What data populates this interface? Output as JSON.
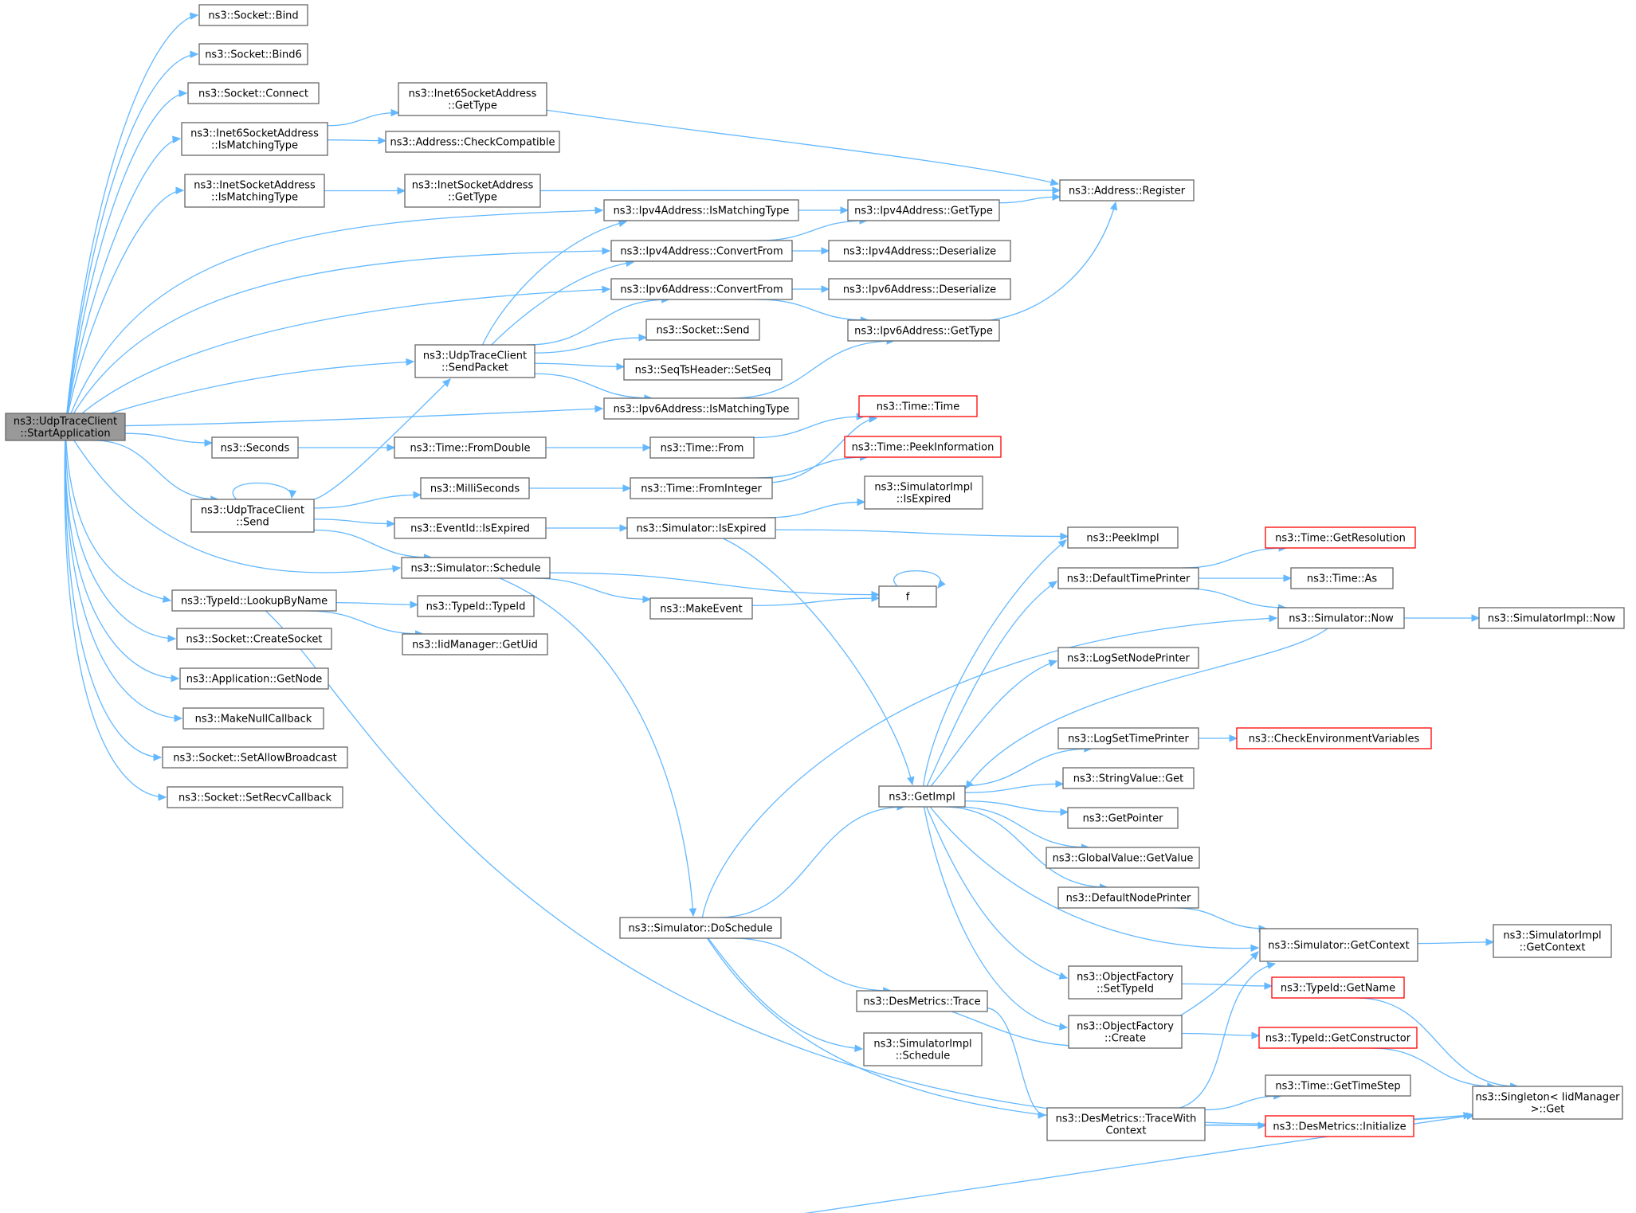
{
  "colors": {
    "edge": "#63b8ff",
    "node_border": "#666666",
    "node_border_truncated": "#ff0000",
    "root_fill": "#999999",
    "node_fill": "#ffffff"
  },
  "nodes": {
    "root": {
      "lines": [
        "ns3::UdpTraceClient",
        "::StartApplication"
      ]
    },
    "bind": {
      "lines": [
        "ns3::Socket::Bind"
      ]
    },
    "bind6": {
      "lines": [
        "ns3::Socket::Bind6"
      ]
    },
    "connect": {
      "lines": [
        "ns3::Socket::Connect"
      ]
    },
    "i6match": {
      "lines": [
        "ns3::Inet6SocketAddress",
        "::IsMatchingType"
      ]
    },
    "imatch": {
      "lines": [
        "ns3::InetSocketAddress",
        "::IsMatchingType"
      ]
    },
    "i6gettype": {
      "lines": [
        "ns3::Inet6SocketAddress",
        "::GetType"
      ]
    },
    "checkcompat": {
      "lines": [
        "ns3::Address::CheckCompatible"
      ]
    },
    "igettype": {
      "lines": [
        "ns3::InetSocketAddress",
        "::GetType"
      ]
    },
    "register": {
      "lines": [
        "ns3::Address::Register"
      ]
    },
    "ip4match": {
      "lines": [
        "ns3::Ipv4Address::IsMatchingType"
      ]
    },
    "ip4conv": {
      "lines": [
        "ns3::Ipv4Address::ConvertFrom"
      ]
    },
    "ip6conv": {
      "lines": [
        "ns3::Ipv6Address::ConvertFrom"
      ]
    },
    "ip4gettype": {
      "lines": [
        "ns3::Ipv4Address::GetType"
      ]
    },
    "ip4deser": {
      "lines": [
        "ns3::Ipv4Address::Deserialize"
      ]
    },
    "ip6deser": {
      "lines": [
        "ns3::Ipv6Address::Deserialize"
      ]
    },
    "ip6gettype": {
      "lines": [
        "ns3::Ipv6Address::GetType"
      ]
    },
    "sendpacket": {
      "lines": [
        "ns3::UdpTraceClient",
        "::SendPacket"
      ]
    },
    "socksend": {
      "lines": [
        "ns3::Socket::Send"
      ]
    },
    "setseq": {
      "lines": [
        "ns3::SeqTsHeader::SetSeq"
      ]
    },
    "ip6match": {
      "lines": [
        "ns3::Ipv6Address::IsMatchingType"
      ]
    },
    "timetime": {
      "lines": [
        "ns3::Time::Time"
      ],
      "truncated": true
    },
    "seconds": {
      "lines": [
        "ns3::Seconds"
      ]
    },
    "fromdouble": {
      "lines": [
        "ns3::Time::FromDouble"
      ]
    },
    "timefrom": {
      "lines": [
        "ns3::Time::From"
      ]
    },
    "peekinfo": {
      "lines": [
        "ns3::Time::PeekInformation"
      ],
      "truncated": true
    },
    "send": {
      "lines": [
        "ns3::UdpTraceClient",
        "::Send"
      ]
    },
    "milli": {
      "lines": [
        "ns3::MilliSeconds"
      ]
    },
    "fromint": {
      "lines": [
        "ns3::Time::FromInteger"
      ]
    },
    "simimplexp": {
      "lines": [
        "ns3::SimulatorImpl",
        "::IsExpired"
      ]
    },
    "evexp": {
      "lines": [
        "ns3::EventId::IsExpired"
      ]
    },
    "simexp": {
      "lines": [
        "ns3::Simulator::IsExpired"
      ]
    },
    "peekimpl": {
      "lines": [
        "ns3::PeekImpl"
      ]
    },
    "getres": {
      "lines": [
        "ns3::Time::GetResolution"
      ],
      "truncated": true
    },
    "schedule": {
      "lines": [
        "ns3::Simulator::Schedule"
      ]
    },
    "deftimeprint": {
      "lines": [
        "ns3::DefaultTimePrinter"
      ]
    },
    "timeas": {
      "lines": [
        "ns3::Time::As"
      ]
    },
    "f": {
      "lines": [
        "f"
      ]
    },
    "lookup": {
      "lines": [
        "ns3::TypeId::LookupByName"
      ]
    },
    "typeid": {
      "lines": [
        "ns3::TypeId::TypeId"
      ]
    },
    "makeevent": {
      "lines": [
        "ns3::MakeEvent"
      ]
    },
    "simnow": {
      "lines": [
        "ns3::Simulator::Now"
      ]
    },
    "simimplnow": {
      "lines": [
        "ns3::SimulatorImpl::Now"
      ]
    },
    "createsocket": {
      "lines": [
        "ns3::Socket::CreateSocket"
      ]
    },
    "getuid": {
      "lines": [
        "ns3::IidManager::GetUid"
      ]
    },
    "logsetnode": {
      "lines": [
        "ns3::LogSetNodePrinter"
      ]
    },
    "getnode": {
      "lines": [
        "ns3::Application::GetNode"
      ]
    },
    "makenull": {
      "lines": [
        "ns3::MakeNullCallback"
      ]
    },
    "logsettime": {
      "lines": [
        "ns3::LogSetTimePrinter"
      ]
    },
    "checkenv": {
      "lines": [
        "ns3::CheckEnvironmentVariables"
      ],
      "truncated": true
    },
    "setallow": {
      "lines": [
        "ns3::Socket::SetAllowBroadcast"
      ]
    },
    "strget": {
      "lines": [
        "ns3::StringValue::Get"
      ]
    },
    "setrecv": {
      "lines": [
        "ns3::Socket::SetRecvCallback"
      ]
    },
    "getimpl": {
      "lines": [
        "ns3::GetImpl"
      ]
    },
    "getpointer": {
      "lines": [
        "ns3::GetPointer"
      ]
    },
    "gvgetvalue": {
      "lines": [
        "ns3::GlobalValue::GetValue"
      ]
    },
    "defnodeprint": {
      "lines": [
        "ns3::DefaultNodePrinter"
      ]
    },
    "doschedule": {
      "lines": [
        "ns3::Simulator::DoSchedule"
      ]
    },
    "simgetctx": {
      "lines": [
        "ns3::Simulator::GetContext"
      ]
    },
    "simimplgetctx": {
      "lines": [
        "ns3::SimulatorImpl",
        "::GetContext"
      ]
    },
    "ofsettypeid": {
      "lines": [
        "ns3::ObjectFactory",
        "::SetTypeId"
      ]
    },
    "getname": {
      "lines": [
        "ns3::TypeId::GetName"
      ],
      "truncated": true
    },
    "destrace": {
      "lines": [
        "ns3::DesMetrics::Trace"
      ]
    },
    "ofcreate": {
      "lines": [
        "ns3::ObjectFactory",
        "::Create"
      ]
    },
    "getctor": {
      "lines": [
        "ns3::TypeId::GetConstructor"
      ],
      "truncated": true
    },
    "simimplsched": {
      "lines": [
        "ns3::SimulatorImpl",
        "::Schedule"
      ]
    },
    "gettimestep": {
      "lines": [
        "ns3::Time::GetTimeStep"
      ]
    },
    "singleton": {
      "lines": [
        "ns3::Singleton< IidManager",
        " >::Get"
      ]
    },
    "tracewith": {
      "lines": [
        "ns3::DesMetrics::TraceWith",
        "Context"
      ]
    },
    "desinit": {
      "lines": [
        "ns3::DesMetrics::Initialize"
      ],
      "truncated": true
    }
  }
}
